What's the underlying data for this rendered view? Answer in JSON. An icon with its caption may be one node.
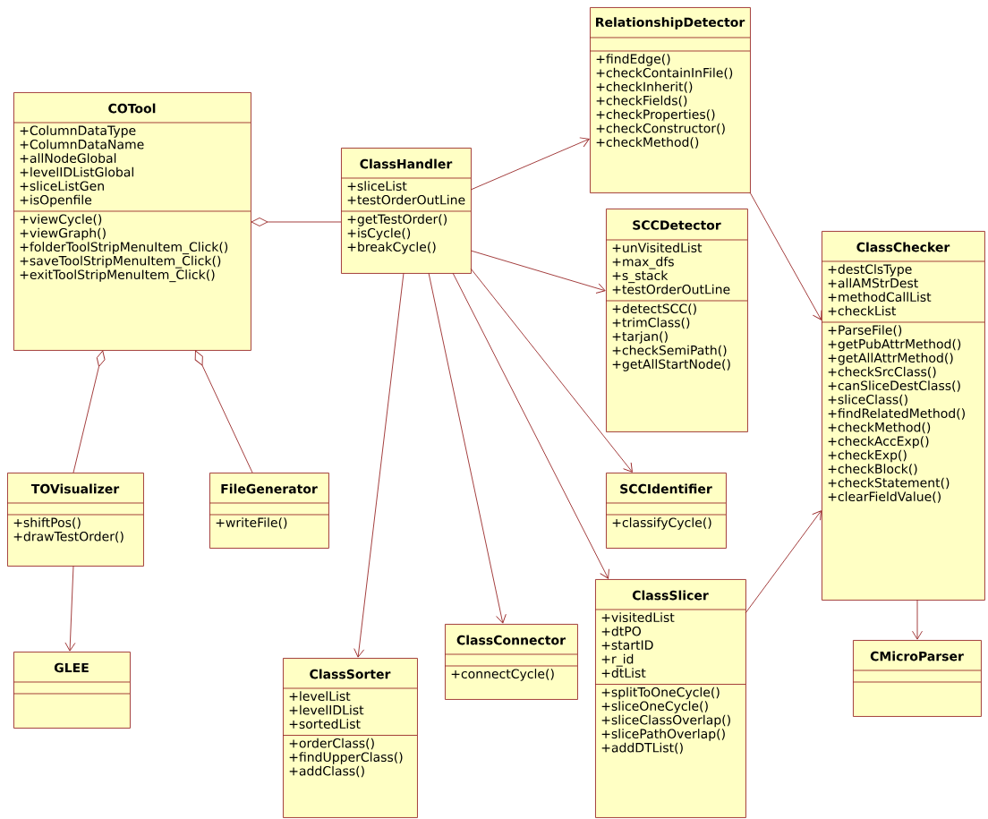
{
  "diagram": {
    "nodes": [
      {
        "text": [
          "COTool",
          "+ColumnDataType",
          "+ColumnDataName",
          "+allNodeGlobal",
          "+levelIDListGlobal",
          "+sliceListGen",
          "+isOpenfile",
          "+viewCycle()",
          "+viewGraph()",
          "+folderToolStripMenuItem_Click()",
          "+saveToolStripMenuItem_Click()",
          "+exitToolStripMenuItem_Click()"
        ]
      },
      {
        "text": [
          "ClassHandler",
          "+sliceList",
          "+testOrderOutLine",
          "+getTestOrder()",
          "+isCycle()",
          "+breakCycle()"
        ]
      },
      {
        "text": [
          "RelationshipDetector",
          "+findEdge()",
          "+checkContainInFile()",
          "+checkInherit()",
          "+checkFields()",
          "+checkProperties()",
          "+checkConstructor()",
          "+checkMethod()"
        ]
      },
      {
        "text": [
          "SCCDetector",
          "+unVisitedList",
          "+max_dfs",
          "+s_stack",
          "+testOrderOutLine",
          "+detectSCC()",
          "+trimClass()",
          "+tarjan()",
          "+checkSemiPath()",
          "+getAllStartNode()"
        ]
      },
      {
        "text": [
          "ClassChecker",
          "+destClsType",
          "+allAMStrDest",
          "+methodCallList",
          "+checkList",
          "+ParseFile()",
          "+getPubAttrMethod()",
          "+getAllAttrMethod()",
          "+checkSrcClass()",
          "+canSliceDestClass()",
          "+sliceClass()",
          "+findRelatedMethod()",
          "+checkMethod()",
          "+checkAccExp()",
          "+checkExp()",
          "+checkBlock()",
          "+checkStatement()",
          "+clearFieldValue()"
        ]
      },
      {
        "text": [
          "TOVisualizer",
          "+shiftPos()",
          "+drawTestOrder()"
        ]
      },
      {
        "text": [
          "FileGenerator",
          "+writeFile()"
        ]
      },
      {
        "text": [
          "SCCIdentifier",
          "+classifyCycle()"
        ]
      },
      {
        "text": [
          "GLEE"
        ]
      },
      {
        "text": [
          "ClassSorter",
          "+levelList",
          "+levelIDList",
          "+sortedList",
          "+orderClass()",
          "+findUpperClass()",
          "+addClass()"
        ]
      },
      {
        "text": [
          "ClassConnector",
          "+connectCycle()"
        ]
      },
      {
        "text": [
          "ClassSlicer",
          "+visitedList",
          "+dtPO",
          "+startID",
          "+r_id",
          "+dtList",
          "+splitToOneCycle()",
          "+sliceOneCycle()",
          "+sliceClassOverlap()",
          "+slicePathOverlap()",
          "+addDTList()"
        ]
      },
      {
        "text": [
          "CMicroParser"
        ]
      }
    ],
    "edges": [
      {
        "from": 1,
        "to": 0,
        "arrow": "other"
      },
      {
        "from": 5,
        "to": 0,
        "arrow": "other"
      },
      {
        "from": 6,
        "to": 0,
        "arrow": "other"
      },
      {
        "from": 1,
        "to": 2,
        "arrow": "to"
      },
      {
        "from": 1,
        "to": 3,
        "arrow": "to"
      },
      {
        "from": 2,
        "to": 4,
        "arrow": "to"
      },
      {
        "from": 1,
        "to": 9,
        "arrow": "to"
      },
      {
        "from": 1,
        "to": 10,
        "arrow": "to"
      },
      {
        "from": 1,
        "to": 11,
        "arrow": "to"
      },
      {
        "from": 1,
        "to": 7,
        "arrow": "to"
      },
      {
        "from": 11,
        "to": 4,
        "arrow": "to"
      },
      {
        "from": 4,
        "to": 12,
        "arrow": "to"
      },
      {
        "from": 5,
        "to": 8,
        "arrow": "to"
      }
    ]
  }
}
